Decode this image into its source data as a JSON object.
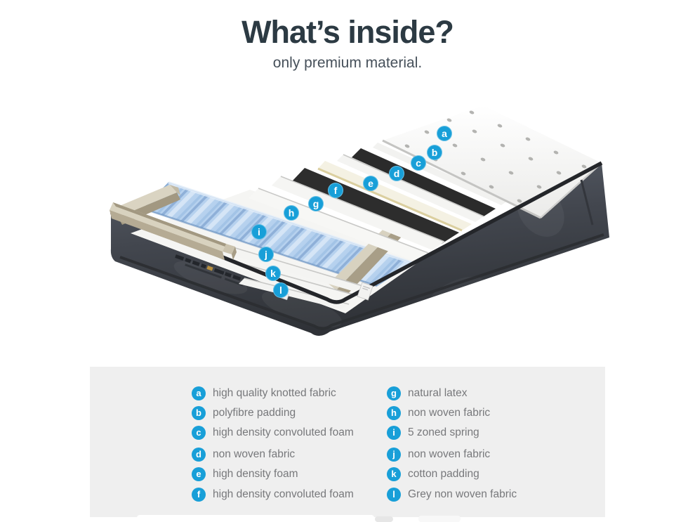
{
  "header": {
    "title": "What’s inside?",
    "subtitle": "only premium material."
  },
  "colors": {
    "accent_blue": "#189fd8",
    "panel_background": "#efefef",
    "title_color": "#2c3a43",
    "legend_text_color": "#77787b"
  },
  "callouts": [
    {
      "letter": "a",
      "label": "high quality knotted fabric"
    },
    {
      "letter": "b",
      "label": "polyfibre padding"
    },
    {
      "letter": "c",
      "label": "high density convoluted foam"
    },
    {
      "letter": "d",
      "label": "non woven fabric"
    },
    {
      "letter": "e",
      "label": "high density foam"
    },
    {
      "letter": "f",
      "label": "high density convoluted foam"
    },
    {
      "letter": "g",
      "label": "natural latex"
    },
    {
      "letter": "h",
      "label": "non woven fabric"
    },
    {
      "letter": "i",
      "label": "5 zoned spring"
    },
    {
      "letter": "j",
      "label": "non woven fabric"
    },
    {
      "letter": "k",
      "label": "cotton padding"
    },
    {
      "letter": "l",
      "label": "Grey non woven fabric"
    }
  ]
}
